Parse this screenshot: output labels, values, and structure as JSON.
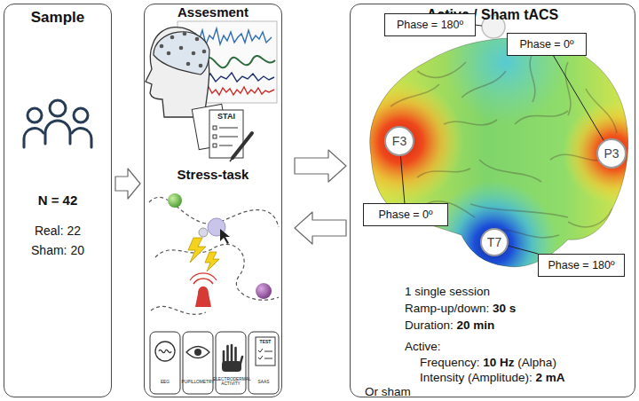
{
  "diagram": {
    "nodes": [
      {
        "text": [
          "Sample",
          "N = 42",
          "Real: 22",
          "Sham: 20"
        ]
      },
      {
        "text": [
          "Assesment",
          "Stress-task"
        ]
      },
      {
        "text": [
          "Active / Sham tACS",
          "1 single session",
          "Ramp-up/down:",
          "30 s",
          "Duration:",
          "20 min",
          "Active:",
          "Frequency:",
          "10 Hz",
          "(Alpha)",
          "Intensity (Amplitude):",
          "2 mA",
          "Or sham"
        ]
      },
      {
        "text": [
          "Phase = 180º"
        ],
        "in": 2
      },
      {
        "text": [
          "Phase = 0º"
        ],
        "in": 2
      },
      {
        "text": [
          "F3"
        ],
        "in": 2
      },
      {
        "text": [
          "P3"
        ],
        "in": 2
      },
      {
        "text": [
          "Phase = 0º"
        ],
        "in": 2
      },
      {
        "text": [
          "T7"
        ],
        "in": 2
      },
      {
        "text": [
          "Phase = 180º"
        ],
        "in": 2
      }
    ],
    "edges": [
      {
        "from": 0,
        "to": 1,
        "arrow": "to"
      },
      {
        "from": 1,
        "to": 2,
        "arrow": "to"
      },
      {
        "from": 2,
        "to": 1,
        "arrow": "to"
      },
      {
        "from": 4,
        "to": 6,
        "arrow": "none"
      },
      {
        "from": 7,
        "to": 5,
        "arrow": "none"
      },
      {
        "from": 9,
        "to": 8,
        "arrow": "none"
      }
    ],
    "labels": [
      "STAI",
      "EEG",
      "PUPILLOMETRY",
      "ELECTRODERMAL ACTIVITY",
      "TEST",
      "SAAS"
    ]
  }
}
